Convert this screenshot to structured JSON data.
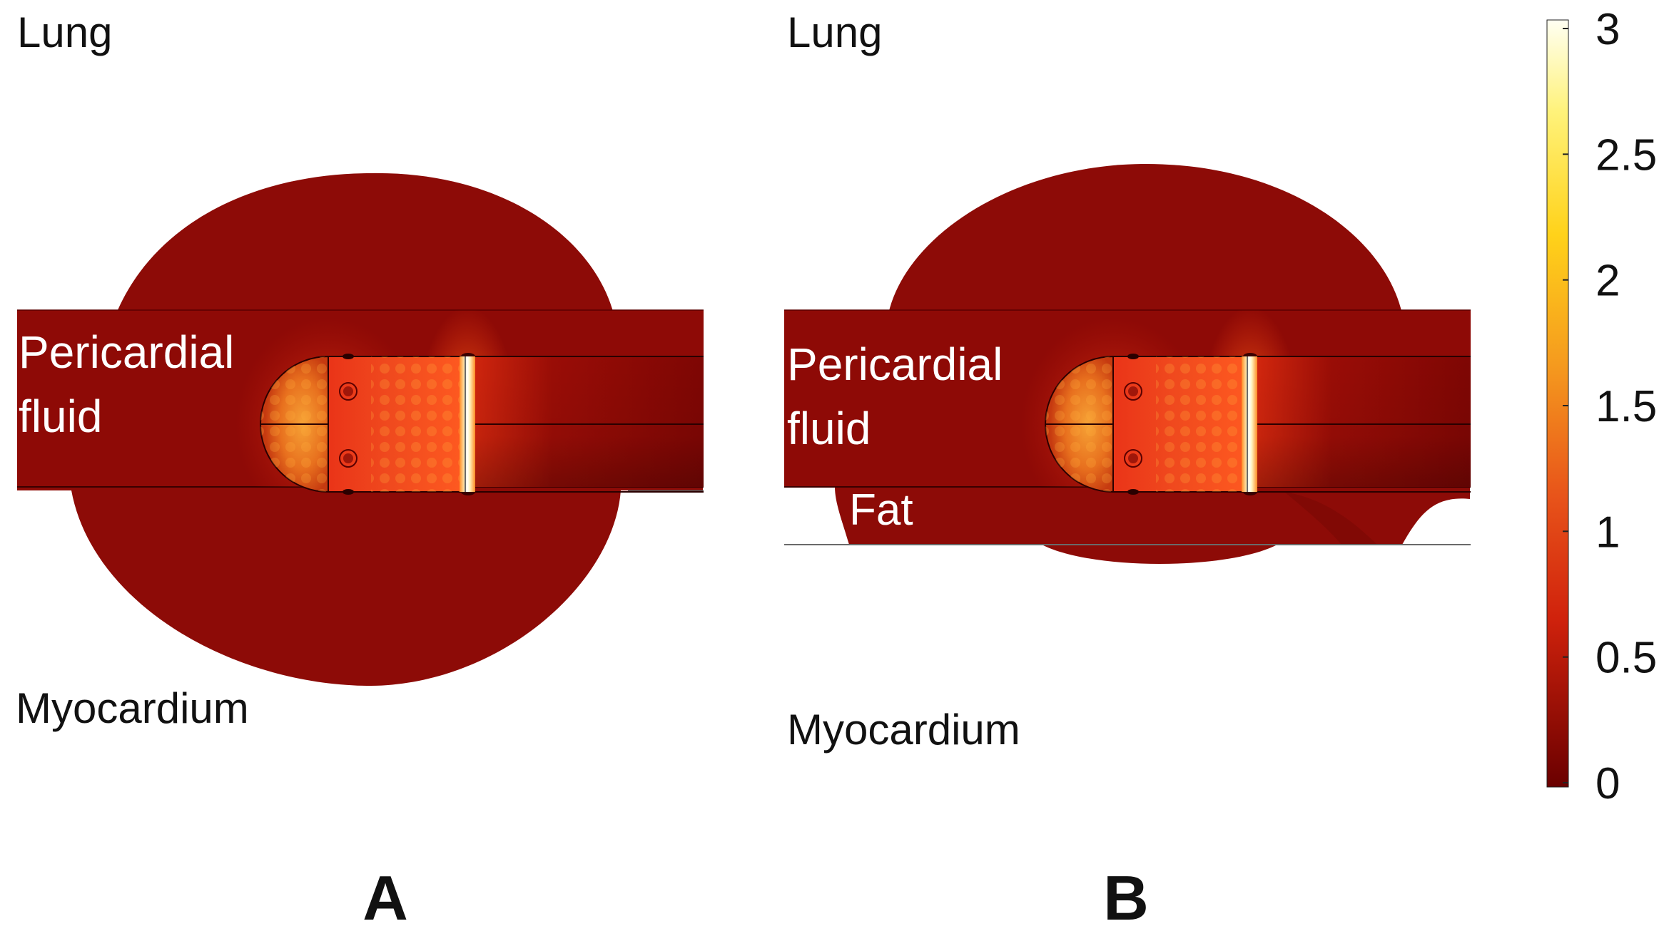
{
  "figure": {
    "panels": [
      {
        "letter": "A",
        "labels": {
          "lung": "Lung",
          "pericardial_fluid_line1": "Pericardial",
          "pericardial_fluid_line2": "fluid",
          "myocardium": "Myocardium"
        }
      },
      {
        "letter": "B",
        "labels": {
          "lung": "Lung",
          "pericardial_fluid_line1": "Pericardial",
          "pericardial_fluid_line2": "fluid",
          "fat": "Fat",
          "myocardium": "Myocardium"
        }
      }
    ],
    "colorbar": {
      "min": 0,
      "max": 3,
      "tick_labels": [
        "3",
        "2.5",
        "2",
        "1.5",
        "1",
        "0.5",
        "0"
      ],
      "colors": [
        "#fffef0",
        "#ffeb3b",
        "#ffc107",
        "#f08a1c",
        "#e84e10",
        "#c01a08",
        "#6e0000"
      ]
    },
    "colors": {
      "tissue_dark_red": "#8a0a06",
      "tissue_red": "#9c0f08",
      "bright_red": "#e01f10",
      "orange": "#e47018",
      "white_hot": "#fffde8",
      "label_white": "#ffffff",
      "label_black": "#111111"
    }
  }
}
